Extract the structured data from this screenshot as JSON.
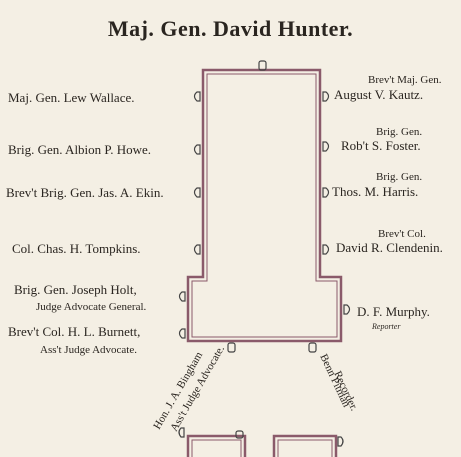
{
  "title": "Maj. Gen. David Hunter.",
  "left": [
    {
      "name": "Maj. Gen. Lew Wallace."
    },
    {
      "name": "Brig. Gen. Albion P. Howe."
    },
    {
      "name": "Brev't Brig. Gen. Jas. A. Ekin."
    },
    {
      "name": "Col. Chas. H. Tompkins."
    },
    {
      "name": "Brig. Gen. Joseph Holt,",
      "sub": "Judge Advocate General."
    },
    {
      "name": "Brev't Col. H. L. Burnett,",
      "sub": "Ass't Judge Advocate."
    }
  ],
  "right": [
    {
      "rank": "Brev't Maj. Gen.",
      "name": "August V. Kautz."
    },
    {
      "rank": "Brig. Gen.",
      "name": "Rob't S. Foster."
    },
    {
      "rank": "Brig. Gen.",
      "name": "Thos. M. Harris."
    },
    {
      "rank": "Brev't Col.",
      "name": "David R. Clendenin."
    }
  ],
  "reporter": {
    "name": "D. F. Murphy.",
    "sub": "Reporter"
  },
  "bottom_left": {
    "line1": "Hon. J. A. Bingham",
    "line2": "Ass't Judge Advocate."
  },
  "bottom_right": {
    "line1": "Benn Pitman",
    "line2": "Recorder."
  },
  "colors": {
    "table_stroke": "#8a5a6a",
    "ink": "#2a2520",
    "paper": "#f4efe4"
  }
}
